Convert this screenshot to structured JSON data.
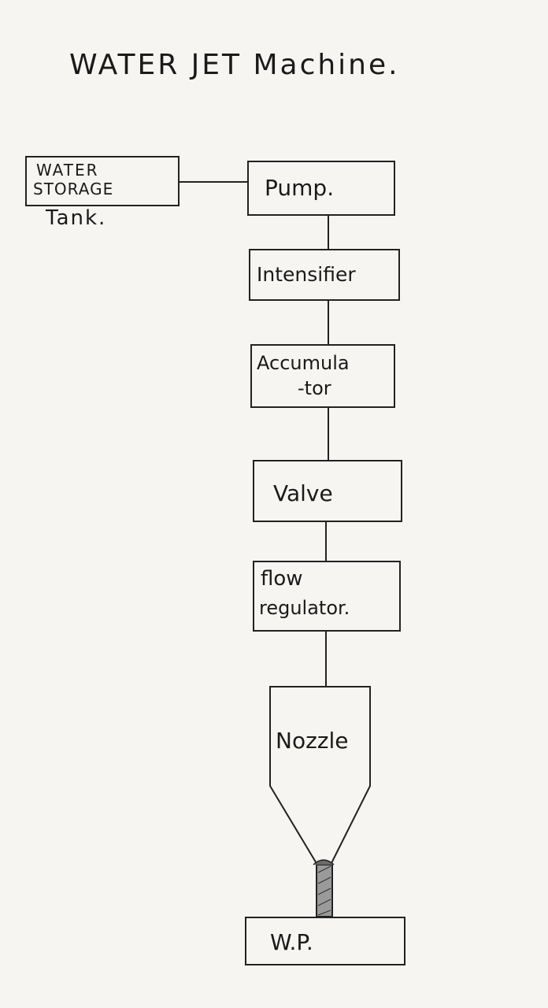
{
  "diagram": {
    "title": "WATER JET Machine.",
    "tank": {
      "line1": "WATER",
      "line2": "STORAGE",
      "caption": "Tank."
    },
    "blocks": [
      {
        "id": "pump",
        "line1": "Pump.",
        "line2": ""
      },
      {
        "id": "intensifier",
        "line1": "Intensifier",
        "line2": ""
      },
      {
        "id": "accumulator",
        "line1": "Accumula",
        "line2": "-tor"
      },
      {
        "id": "valve",
        "line1": "Valve",
        "line2": ""
      },
      {
        "id": "flow-regulator",
        "line1": "flow",
        "line2": "regulator."
      },
      {
        "id": "nozzle",
        "line1": "Nozzle",
        "line2": ""
      },
      {
        "id": "wp",
        "line1": "W.P.",
        "line2": ""
      }
    ],
    "colors": {
      "ink": "#222222",
      "paper": "#f6f5f2"
    }
  }
}
